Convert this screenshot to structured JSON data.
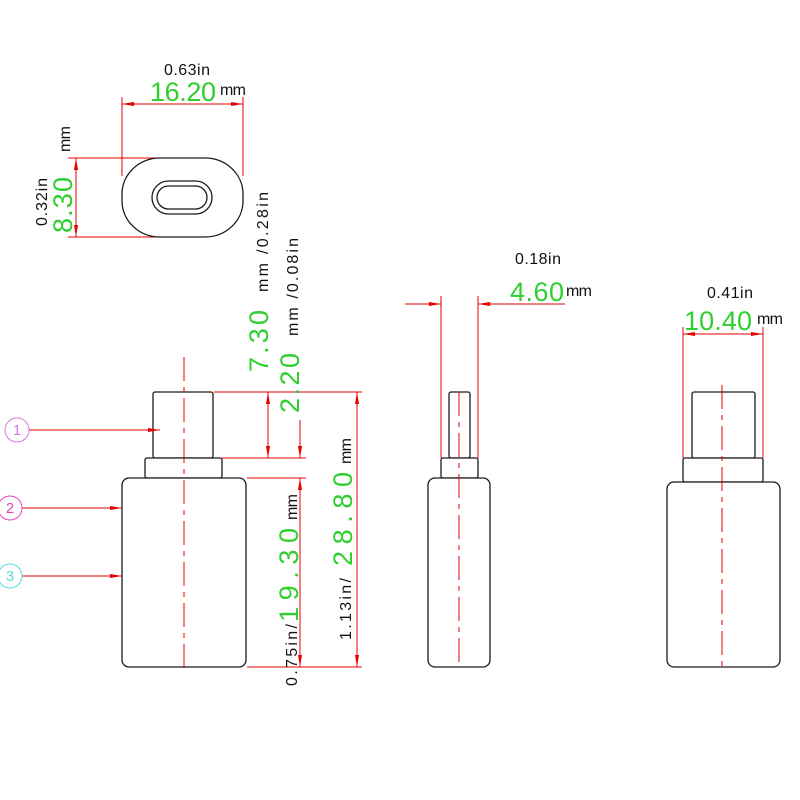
{
  "colors": {
    "line": "#1a1a1a",
    "dimension": "#e60000",
    "value": "#2fcf2f",
    "callout_1": "#d97ae0",
    "callout_2": "#e04ab8",
    "callout_3": "#58d6e0"
  },
  "callouts": [
    {
      "label": "1"
    },
    {
      "label": "2"
    },
    {
      "label": "3"
    }
  ],
  "end_view": {
    "width": {
      "inch": "0.63in",
      "value": "16.20",
      "unit": "mm"
    },
    "height": {
      "inch": "0.32in",
      "value": "8.30",
      "unit": "mm"
    }
  },
  "front_view": {
    "tip_length": {
      "value": "7.30",
      "suffix": "mm /0.28in"
    },
    "shoulder_length": {
      "value": "2.20",
      "suffix": "mm /0.08in"
    },
    "body_length": {
      "prefix": "0.75in/",
      "value": "19.30",
      "unit": "mm"
    },
    "total_length": {
      "prefix": "1.13in/",
      "value": "28.80",
      "unit": "mm"
    }
  },
  "side_view": {
    "tip_width": {
      "inch": "0.18in",
      "value": "4.60",
      "unit": "mm"
    }
  },
  "rear_view": {
    "shoulder_width": {
      "inch": "0.41in",
      "value": "10.40",
      "unit": "mm"
    }
  }
}
